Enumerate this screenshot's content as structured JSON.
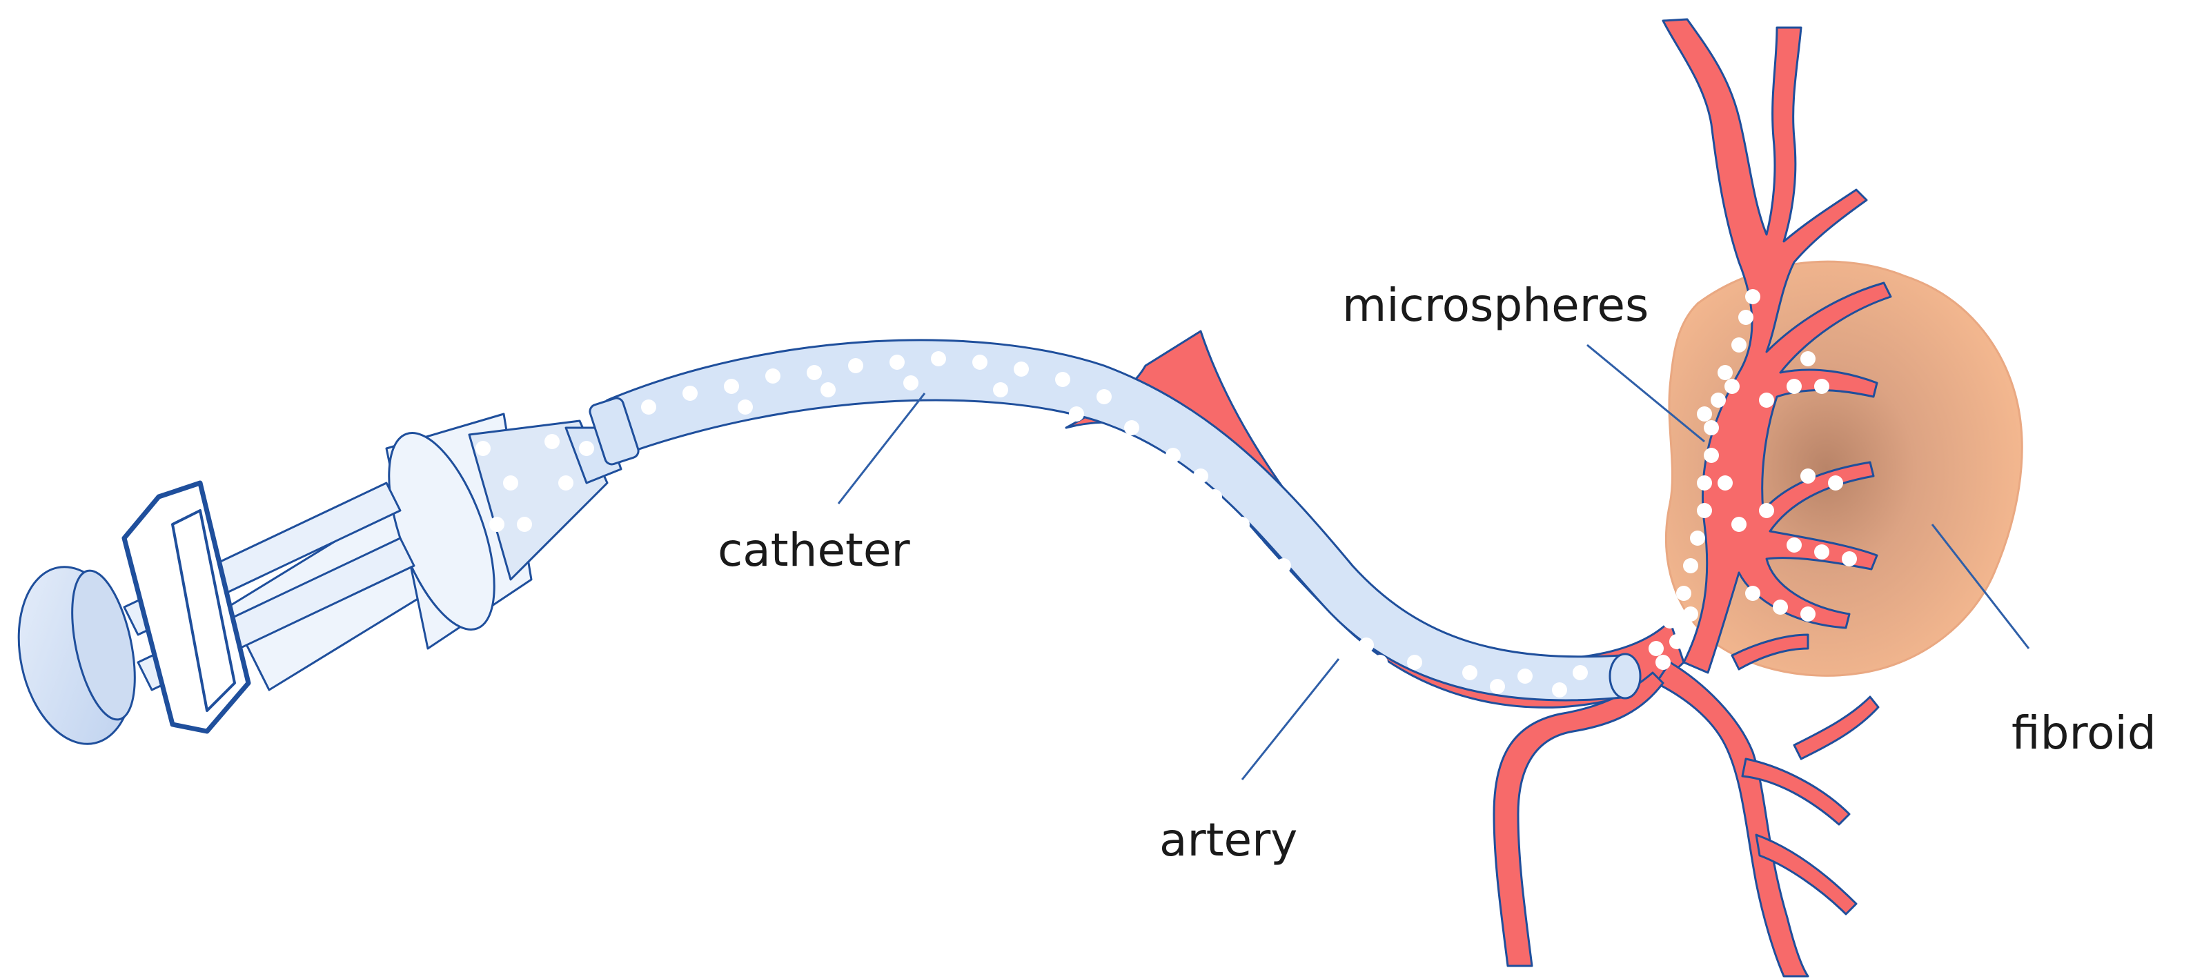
{
  "labels": {
    "catheter": "catheter",
    "artery": "artery",
    "microspheres": "microspheres",
    "fibroid": "fibroid"
  },
  "colors": {
    "artery_fill": "#f76a6a",
    "outline_blue": "#1f4f9c",
    "catheter_fill": "#d6e4f7",
    "syringe_fill": "#eef4fc",
    "fibroid_outer": "#f3b78f",
    "fibroid_core": "#b98468",
    "microsphere": "#ffffff",
    "leader_line": "#2f5fa8"
  },
  "icons": [
    "syringe",
    "catheter-tube",
    "artery-branches",
    "fibroid-mass",
    "microspheres"
  ]
}
